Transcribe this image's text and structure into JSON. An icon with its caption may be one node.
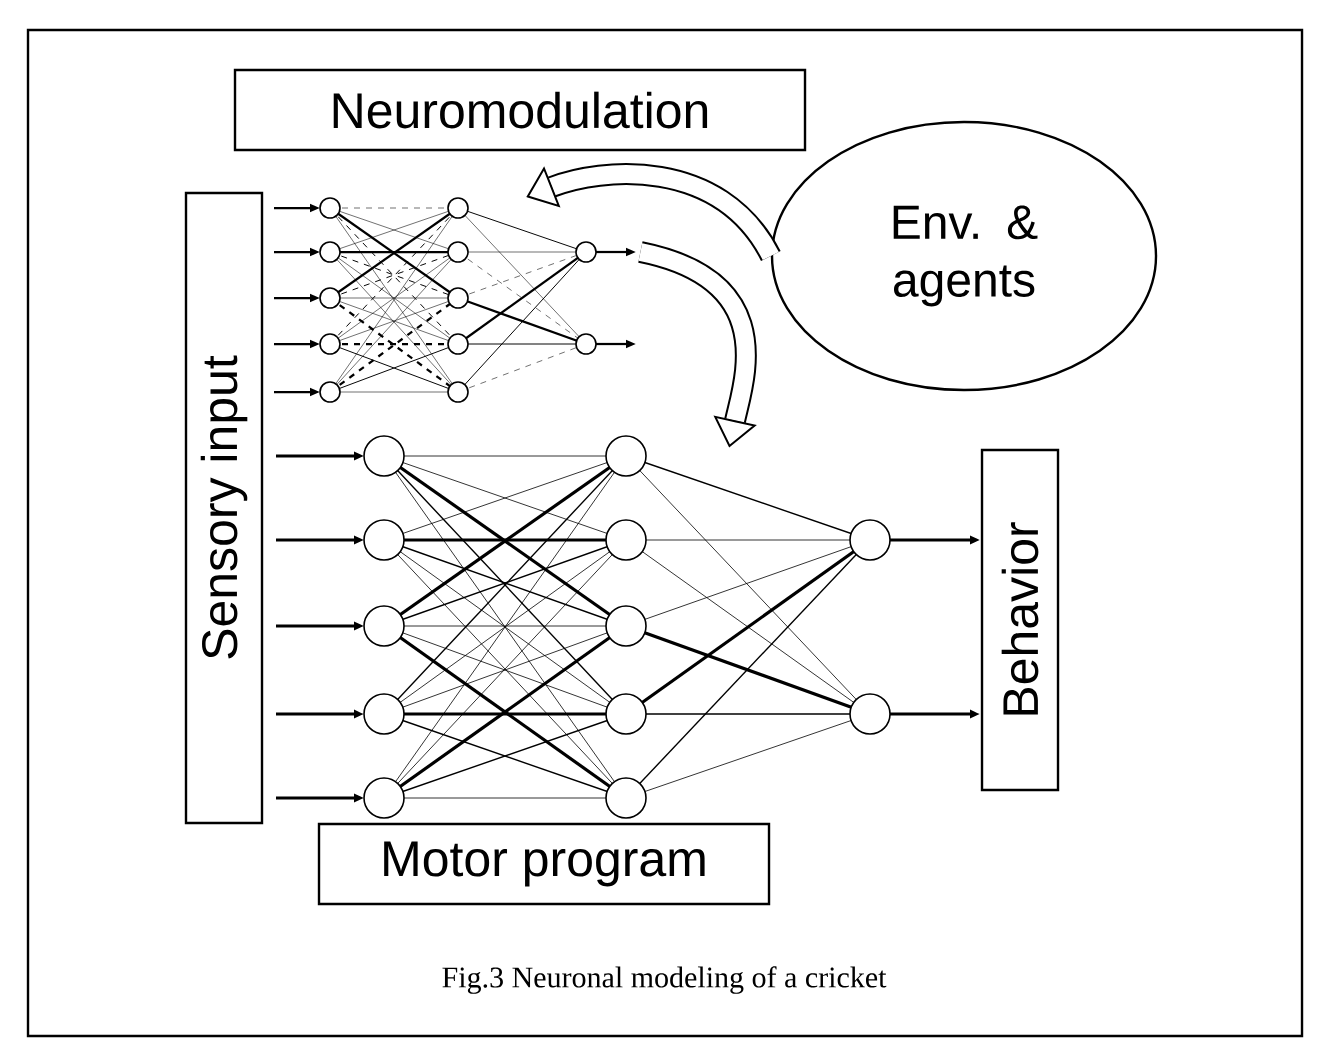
{
  "diagram": {
    "caption": "Fig.3 Neuronal modeling of a cricket",
    "nodes": [
      {
        "text": [
          "Neuromodulation"
        ]
      },
      {
        "text": [
          "Sensory input"
        ]
      },
      {
        "text": [
          "Env. & agents"
        ]
      },
      {
        "text": [
          "Motor program"
        ]
      },
      {
        "text": [
          "Behavior"
        ]
      },
      {
        "text": [],
        "shape": "picture"
      },
      {
        "text": [],
        "shape": "picture"
      }
    ],
    "edges": [
      {
        "from": 2,
        "to": 5,
        "arrow": "to"
      },
      {
        "from": 5,
        "to": 6,
        "arrow": "to"
      }
    ]
  }
}
